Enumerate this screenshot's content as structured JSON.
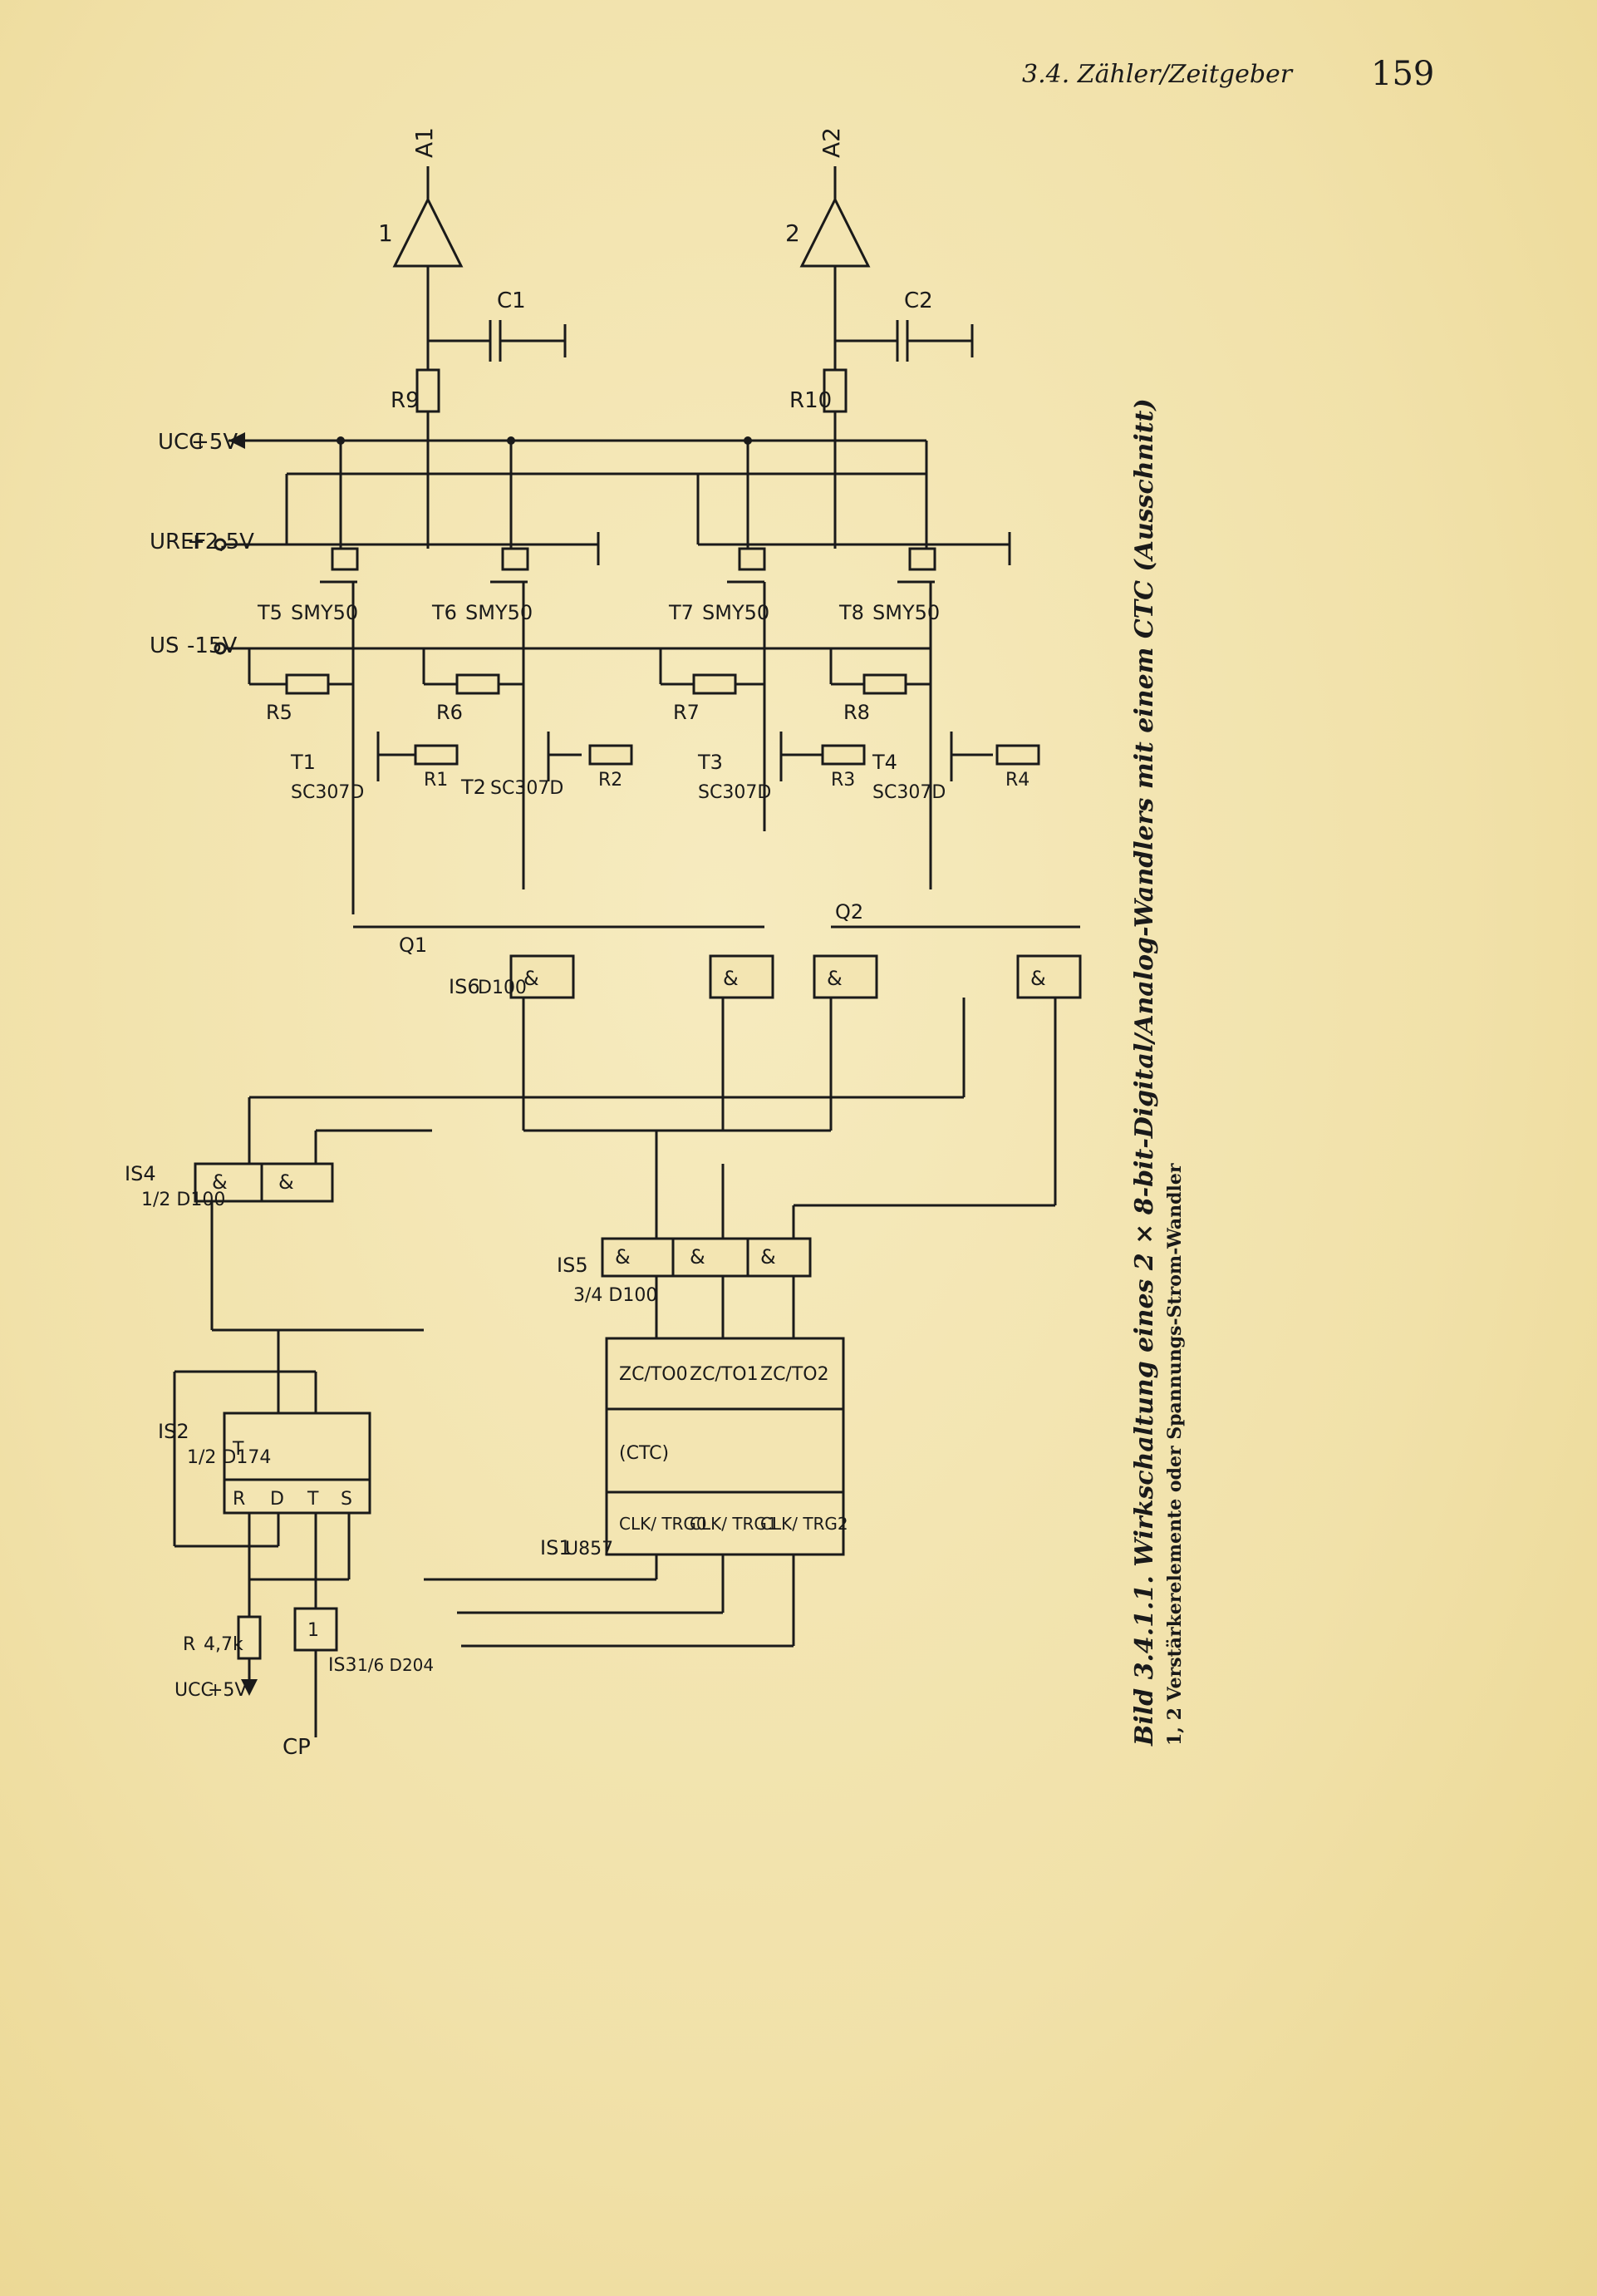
{
  "header": {
    "title": "3.4. Zähler/Zeitgeber",
    "page_number": "159"
  },
  "caption": {
    "title": "Bild 3.4.1.1. Wirkschaltung eines 2 × 8-bit-Digital/Analog-Wandlers mit einem CTC (Ausschnitt)",
    "note": "1, 2 Verstärkerelemente oder Spannungs-Strom-Wandler"
  },
  "outputs": {
    "a1": "A1",
    "a2": "A2",
    "amp1": "1",
    "amp2": "2"
  },
  "supplies": {
    "vcc_label": "UCC",
    "vcc_value": "+5V",
    "vref_label": "UREF",
    "vref_value": "+2,5V",
    "vs_label": "US",
    "vs_value": "-15V",
    "vcc_low_label": "UCC",
    "vcc_low_value": "+5V"
  },
  "components": {
    "c1": "C1",
    "c2": "C2",
    "r9": "R9",
    "r10": "R10",
    "t5": "T5",
    "t6": "T6",
    "t7": "T7",
    "t8": "T8",
    "smy": "SMY50",
    "r5": "R5",
    "r6": "R6",
    "r7": "R7",
    "r8": "R8",
    "t1": "T1",
    "t2": "T2",
    "t3": "T3",
    "t4": "T4",
    "sc": "SC307D",
    "r1": "R1",
    "r2": "R2",
    "r3": "R3",
    "r4": "R4",
    "q1": "Q1",
    "q2": "Q2",
    "is6": "IS6",
    "is6_type": "D100",
    "is4": "IS4",
    "is4_type": "1/2 D100",
    "is5": "IS5",
    "is5_type": "3/4 D100",
    "is2": "IS2",
    "is2_type": "1/2 D174",
    "is1": "IS1",
    "is1_type": "U857",
    "is3": "IS3",
    "is3_type": "1/6 D204",
    "r_pull": "R",
    "r_pull_value": "4,7k",
    "cp": "CP",
    "and_sym": "&",
    "inv_sym": "1"
  },
  "flipflop": {
    "t": "T",
    "r": "R",
    "d": "D",
    "t_in": "T",
    "s": "S"
  },
  "ctc": {
    "label": "(CTC)",
    "outputs": [
      "ZC/TO0",
      "ZC/TO1",
      "ZC/TO2"
    ],
    "inputs": [
      "CLK/ TRG0",
      "CLK/ TRG1",
      "CLK/ TRG2"
    ]
  }
}
